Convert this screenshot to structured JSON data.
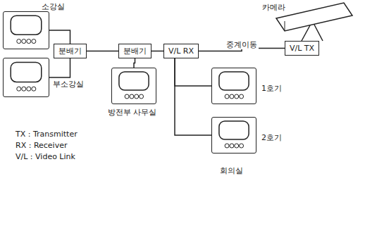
{
  "diagram": {
    "nodes": [
      {
        "text": [
          "소강실"
        ]
      },
      {
        "text": [
          "부소강실"
        ]
      },
      {
        "text": [
          "분배기"
        ]
      },
      {
        "text": [
          "분배기"
        ]
      },
      {
        "text": [
          "방전부 사무실"
        ]
      },
      {
        "text": [
          "V/L RX"
        ]
      },
      {
        "text": [
          "V/L TX"
        ]
      },
      {
        "text": [
          "1호기"
        ]
      },
      {
        "text": [
          "2호기"
        ]
      }
    ],
    "edges": [
      {
        "from": 0,
        "to": 2,
        "arrow": "none"
      },
      {
        "from": 1,
        "to": 2,
        "arrow": "none"
      },
      {
        "from": 2,
        "to": 3,
        "arrow": "none"
      },
      {
        "from": 3,
        "to": 4,
        "arrow": "none"
      },
      {
        "from": 3,
        "to": 5,
        "arrow": "none"
      },
      {
        "from": 5,
        "to": 6,
        "label": "중계이동",
        "arrow": "none"
      },
      {
        "from": 5,
        "to": 7,
        "arrow": "none"
      },
      {
        "from": 5,
        "to": 8,
        "arrow": "none"
      }
    ],
    "labels": [
      "카메라",
      "TX : Transmitter",
      "RX : Receiver",
      "V/L : Video Link",
      "회의실"
    ]
  }
}
